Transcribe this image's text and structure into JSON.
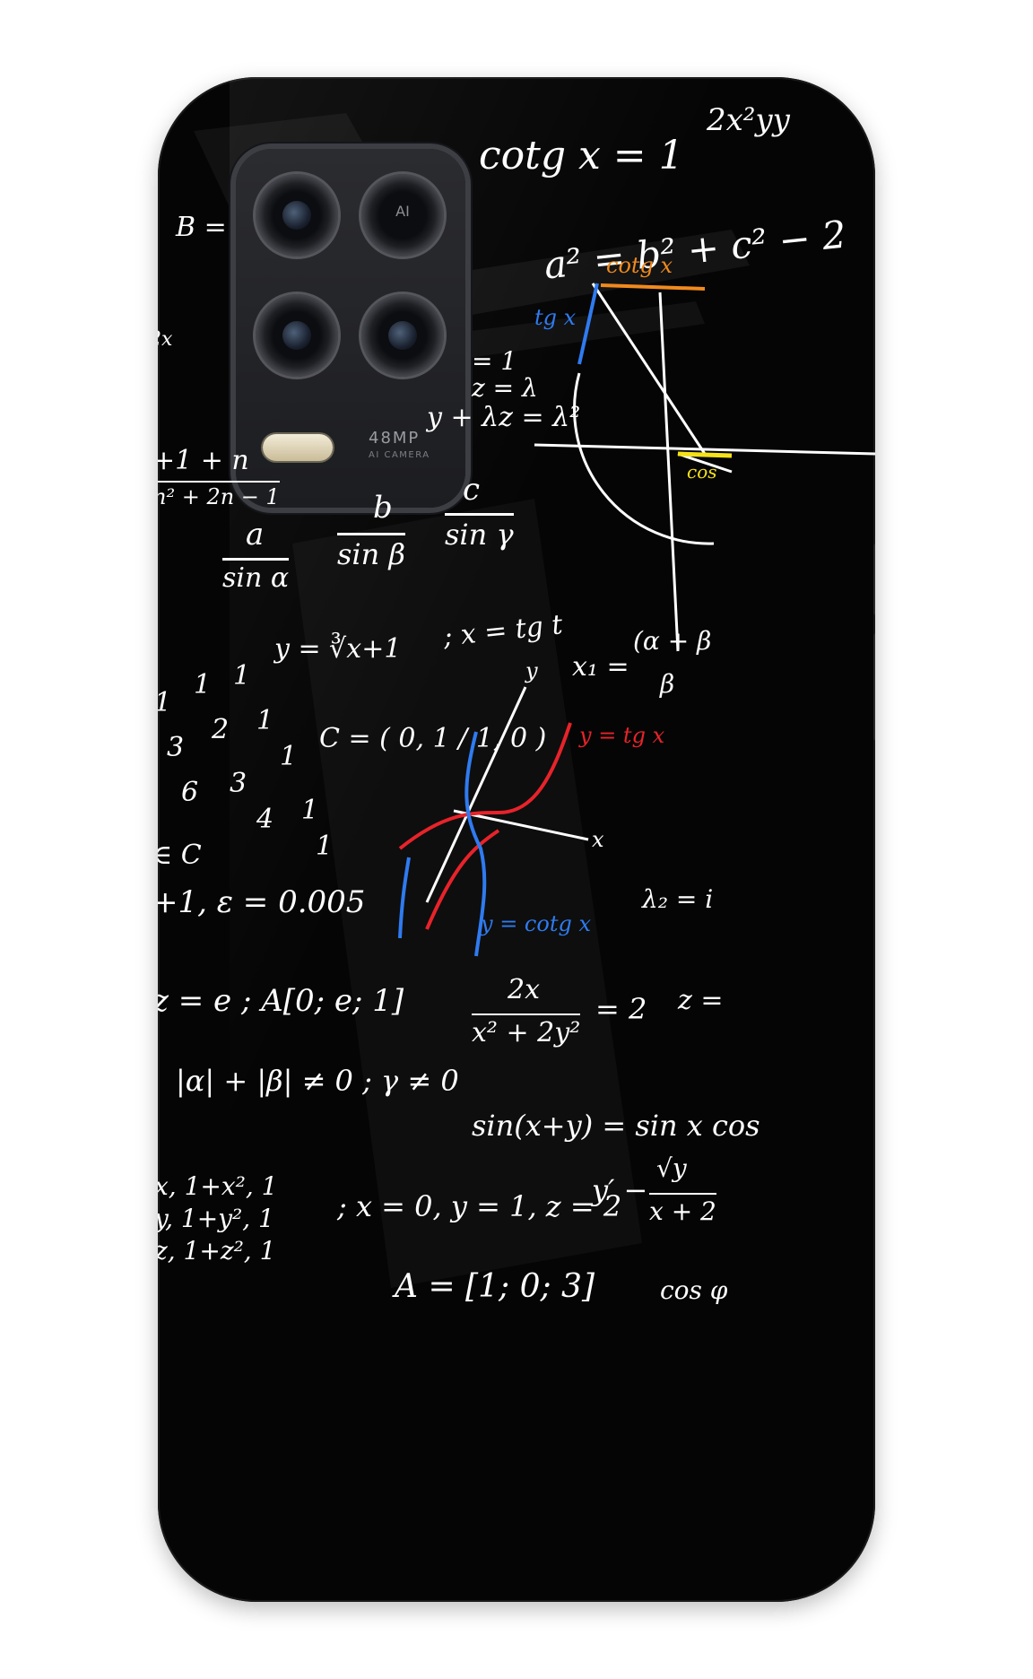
{
  "camera": {
    "ai_label": "AI",
    "megapixel_label": "48MP",
    "camera_label": "AI CAMERA"
  },
  "math": {
    "cotg": "cotg x = 1",
    "two_x_sq_yy": "2x²yy",
    "pythag": "a² = b² + c² − 2",
    "b_eq": "B =",
    "frac_2x": "2x",
    "eq_1": "= 1",
    "eq_z": "z = λ",
    "eq_y": "y + λz = λ²",
    "series_top": "+1 + n",
    "series_bottom": "n² + 2n − 1",
    "sine_law_a": "a",
    "sine_law_sin_a": "sin α",
    "sine_law_b": "b",
    "sine_law_sin_b": "sin β",
    "sine_law_c": "c",
    "sine_law_sin_g": "sin γ",
    "cube_root": "y = ∛x+1",
    "x_tgt": "; x = tg t",
    "x1": "x₁ =",
    "alpha_beta": "(α + β",
    "beta": "β",
    "matrix_c": "C = ( 0, 1 / 1, 0 )",
    "num_1a": "1",
    "num_1b": "1",
    "num_1c": "1",
    "num_1d": "1",
    "num_1e": "1",
    "num_1f": "1",
    "num_1g": "1",
    "num_2": "2",
    "num_3a": "3",
    "num_3b": "3",
    "num_6": "6",
    "num_4": "4",
    "in_c": "∈ C",
    "epsilon": "+1, ε = 0.005",
    "lambda2": "λ₂ = i",
    "z_e": "z = e ; A[0; e; 1]",
    "frac_num": "2x",
    "frac_den": "x² + 2y²",
    "frac_eq": "= 2",
    "z_eq": "z =",
    "alpha_beta_abs": "|α| + |β| ≠ 0 ; γ ≠ 0",
    "sin_sum": "sin(x+y) = sin x cos",
    "y_prime": "y′ −",
    "sqrt_y": "√y",
    "x_plus_2": "x + 2",
    "sys_1": "x, 1+x², 1",
    "sys_2": "y, 1+y², 1",
    "sys_3": "z, 1+z², 1",
    "xyz": "; x = 0, y = 1, z = 2",
    "a_vec": "A = [1; 0; 3]",
    "cos_phi": "cos φ",
    "cotg_label": "cotg x",
    "tg_label": "tg x",
    "cos_label": "cos",
    "y_axis": "y",
    "x_axis": "x",
    "tg_curve": "y = tg x",
    "cotg_curve": "y = cotg x"
  },
  "colors": {
    "case": "#050505",
    "chalk": "#ffffff",
    "red": "#e8232a",
    "blue": "#2f7bf0",
    "orange": "#f08a1e",
    "yellow": "#f4e21a"
  }
}
